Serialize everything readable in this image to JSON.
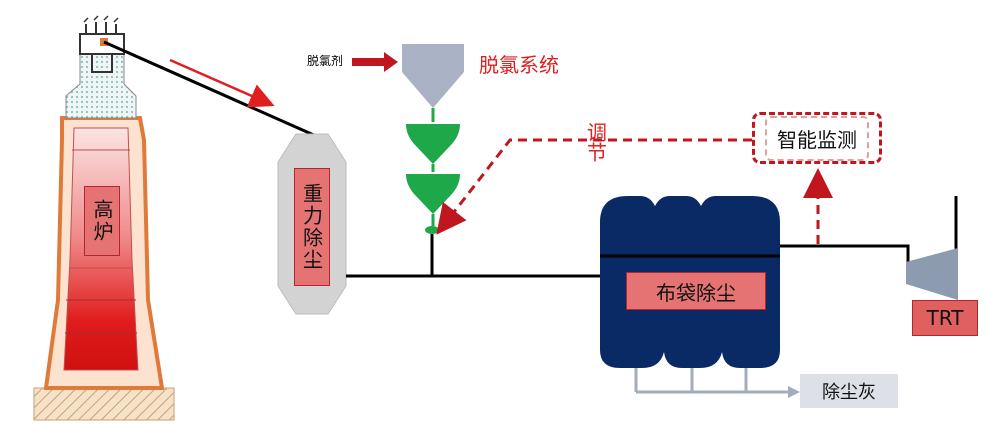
{
  "labels": {
    "blast_furnace": "高炉",
    "gravity_dust": "重力除尘",
    "dechlorinating_agent": "脱氯剂",
    "dechlorination_system": "脱氯系统",
    "adjust": "调节",
    "smart_monitoring": "智能监测",
    "bag_dust": "布袋除尘",
    "dust_ash": "除尘灰",
    "trt": "TRT"
  },
  "colors": {
    "flow_line": "#000000",
    "red_arrow": "#e02020",
    "dashed_red": "#c0171f",
    "hopper_grey": "#a8b2c4",
    "green_stage": "#1fa84a",
    "bag_navy": "#0a2a66",
    "label_red_fill": "#e57373",
    "ash_box": "#dde1e7",
    "furnace_outline": "#e07a3a",
    "furnace_fill": "#fde3cf"
  }
}
